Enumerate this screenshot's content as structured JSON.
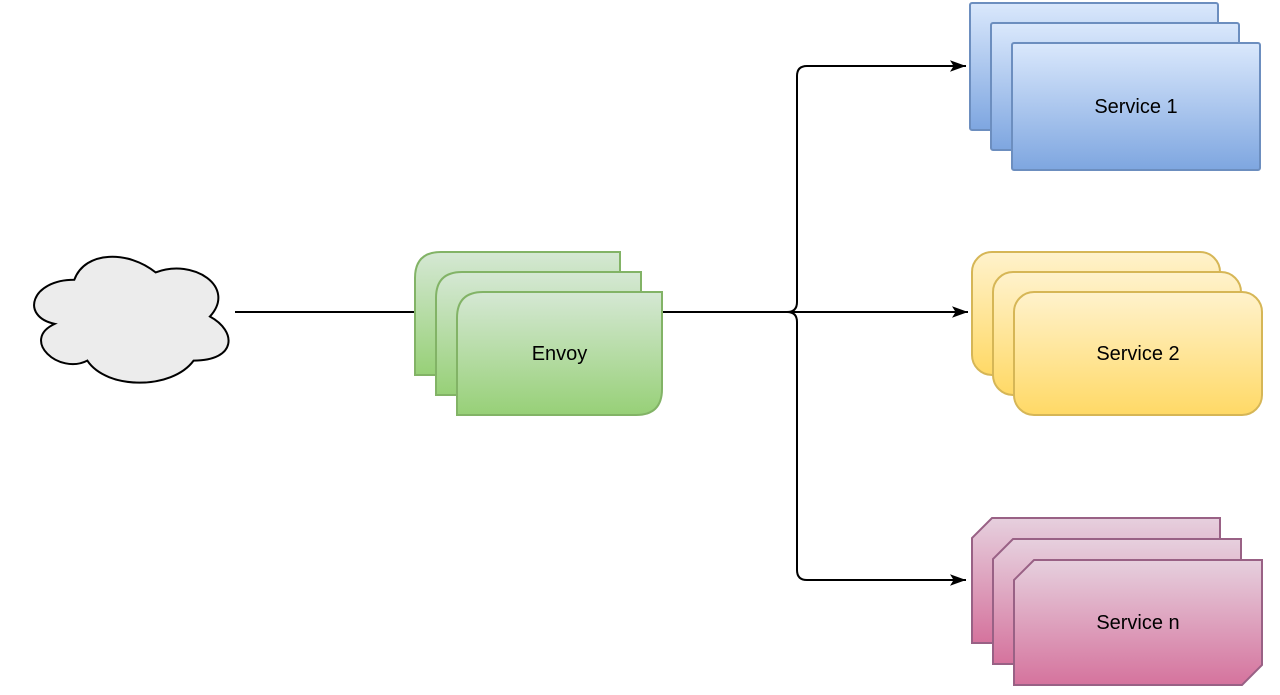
{
  "diagram": {
    "background": "#ffffff",
    "edge_color": "#000000",
    "nodes": {
      "cloud": {
        "label": "",
        "shape": "cloud",
        "fill": "#ececec",
        "stroke": "#000000"
      },
      "envoy": {
        "label": "Envoy",
        "shape": "stacked-card-rounded-tl-br",
        "instances": 3,
        "fill_top": "#d5e8d4",
        "fill_bottom": "#97d077",
        "stroke": "#82b366"
      },
      "service1": {
        "label": "Service 1",
        "shape": "stacked-rectangle",
        "instances": 3,
        "fill_top": "#dae8fc",
        "fill_bottom": "#7ea6e0",
        "stroke": "#6c8ebf"
      },
      "service2": {
        "label": "Service 2",
        "shape": "stacked-rounded-rectangle",
        "instances": 3,
        "fill_top": "#fff2cc",
        "fill_bottom": "#ffd966",
        "stroke": "#d6b656"
      },
      "service_n": {
        "label": "Service n",
        "shape": "stacked-chamfered-rectangle",
        "instances": 3,
        "fill_top": "#e6d0de",
        "fill_bottom": "#d5739d",
        "stroke": "#996185"
      }
    },
    "edges": [
      {
        "from": "cloud",
        "to": "envoy",
        "arrow": "classic"
      },
      {
        "from": "envoy",
        "to": "service1",
        "arrow": "classic"
      },
      {
        "from": "envoy",
        "to": "service2",
        "arrow": "classic"
      },
      {
        "from": "envoy",
        "to": "service_n",
        "arrow": "classic"
      }
    ]
  }
}
